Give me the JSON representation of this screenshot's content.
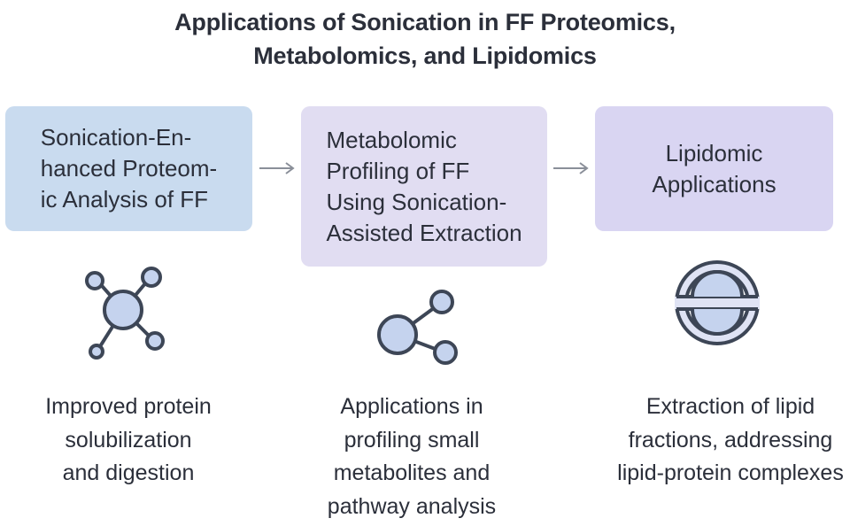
{
  "title": {
    "line1": "Applications of Sonication in FF Proteomics,",
    "line2": "Metabolomics, and Lipidomics"
  },
  "steps": [
    {
      "label": "Sonication-En-\nhanced Proteom-\nic Analysis of FF",
      "icon": "molecule-network-icon",
      "description": "Improved protein\nsolubilization\nand digestion"
    },
    {
      "label": "Metabolomic\nProfiling of FF\nUsing Sonication-\nAssisted Extraction",
      "icon": "share-nodes-icon",
      "description": "Applications in\nprofiling small\nmetabolites and\npathway analysis"
    },
    {
      "label": "Lipidomic\nApplications",
      "icon": "lipid-vesicle-icon",
      "description": "Extraction of lipid\nfractions, addressing\nlipid-protein complexes"
    }
  ],
  "colors": {
    "box1": "#c9dbef",
    "box2": "#e1ddf2",
    "box3": "#d9d5f2",
    "icon_fill": "#c5d3ee",
    "icon_stroke": "#3d4656",
    "arrow": "#8a8f99"
  }
}
